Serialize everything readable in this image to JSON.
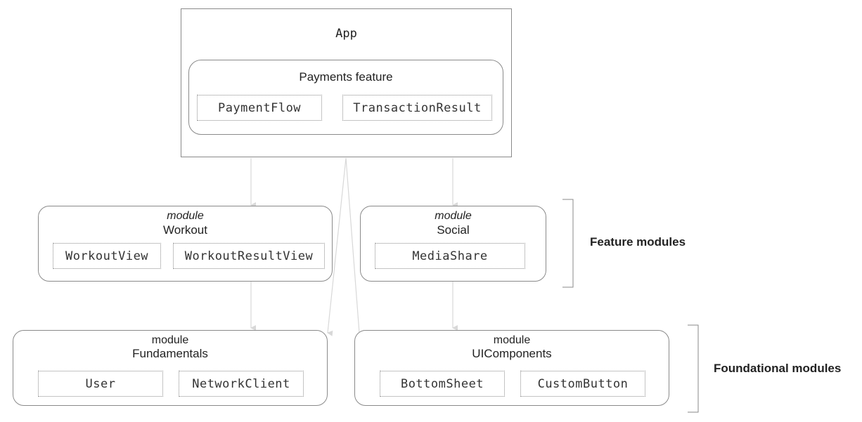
{
  "app": {
    "title": "App",
    "payments": {
      "title": "Payments feature",
      "components": [
        "PaymentFlow",
        "TransactionResult"
      ]
    }
  },
  "feature_modules": {
    "label": "Feature modules",
    "workout": {
      "caption": "module",
      "title": "Workout",
      "components": [
        "WorkoutView",
        "WorkoutResultView"
      ]
    },
    "social": {
      "caption": "module",
      "title": "Social",
      "components": [
        "MediaShare"
      ]
    }
  },
  "foundational_modules": {
    "label": "Foundational modules",
    "fundamentals": {
      "caption": "module",
      "title": "Fundamentals",
      "components": [
        "User",
        "NetworkClient"
      ]
    },
    "uicomponents": {
      "caption": "module",
      "title": "UIComponents",
      "components": [
        "BottomSheet",
        "CustomButton"
      ]
    }
  },
  "colors": {
    "border": "#8a8a8a",
    "arrow": "#d8d8d8",
    "text": "#222222"
  }
}
